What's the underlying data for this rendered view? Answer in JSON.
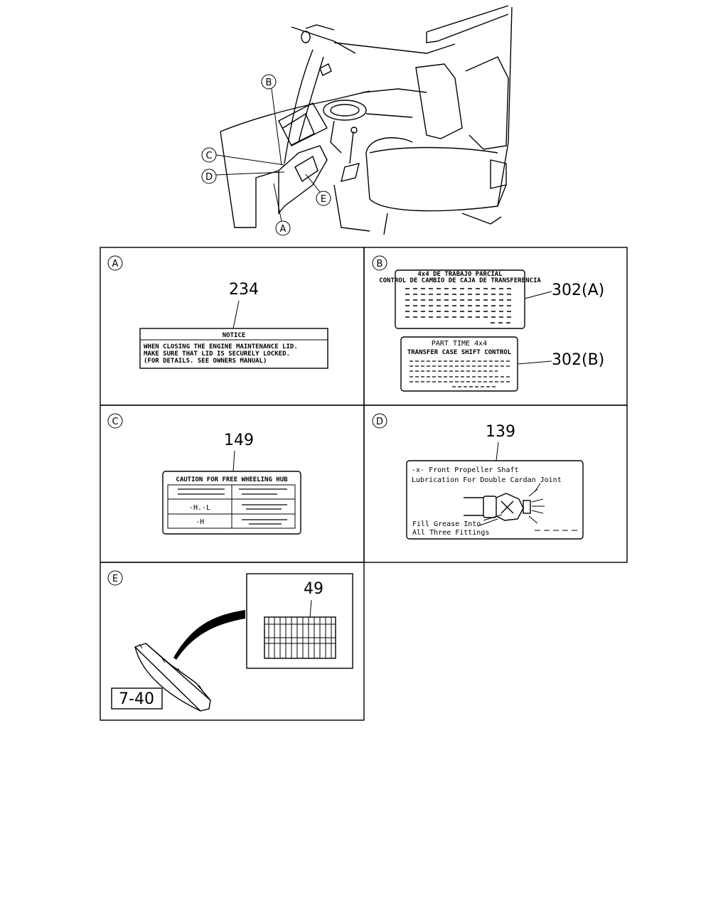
{
  "callouts": {
    "a": "A",
    "b": "B",
    "c": "C",
    "d": "D",
    "e": "E"
  },
  "panel_a": {
    "part_number": "234",
    "title": "NOTICE",
    "line1": "WHEN CLOSING THE ENGINE MAINTENANCE LID.",
    "line2": "MAKE SURE THAT LID IS SECURELY LOCKED.",
    "line3": "(FOR DETAILS. SEE OWNERS MANUAL)"
  },
  "panel_b": {
    "part_a": "302(A)",
    "part_b": "302(B)",
    "label_a_line1": "4x4 DE TRABAJO PARCIAL",
    "label_a_line2": "CONTROL DE CAMBIO DE CAJA DE TRANSFERENCIA",
    "label_b_line1": "PART TIME 4x4",
    "label_b_line2": "TRANSFER CASE SHIFT CONTROL"
  },
  "panel_c": {
    "part_number": "149",
    "title": "CAUTION FOR FREE WHEELING HUB",
    "row1": "-H.-L",
    "row2": "-H"
  },
  "panel_d": {
    "part_number": "139",
    "line1": "-x- Front Propeller Shaft",
    "line2": "Lubrication For Double Cardan Joint",
    "line3": "Fill Grease Into",
    "line4": "All Three Fittings"
  },
  "panel_e": {
    "part_number": "49",
    "ref": "7-40"
  }
}
